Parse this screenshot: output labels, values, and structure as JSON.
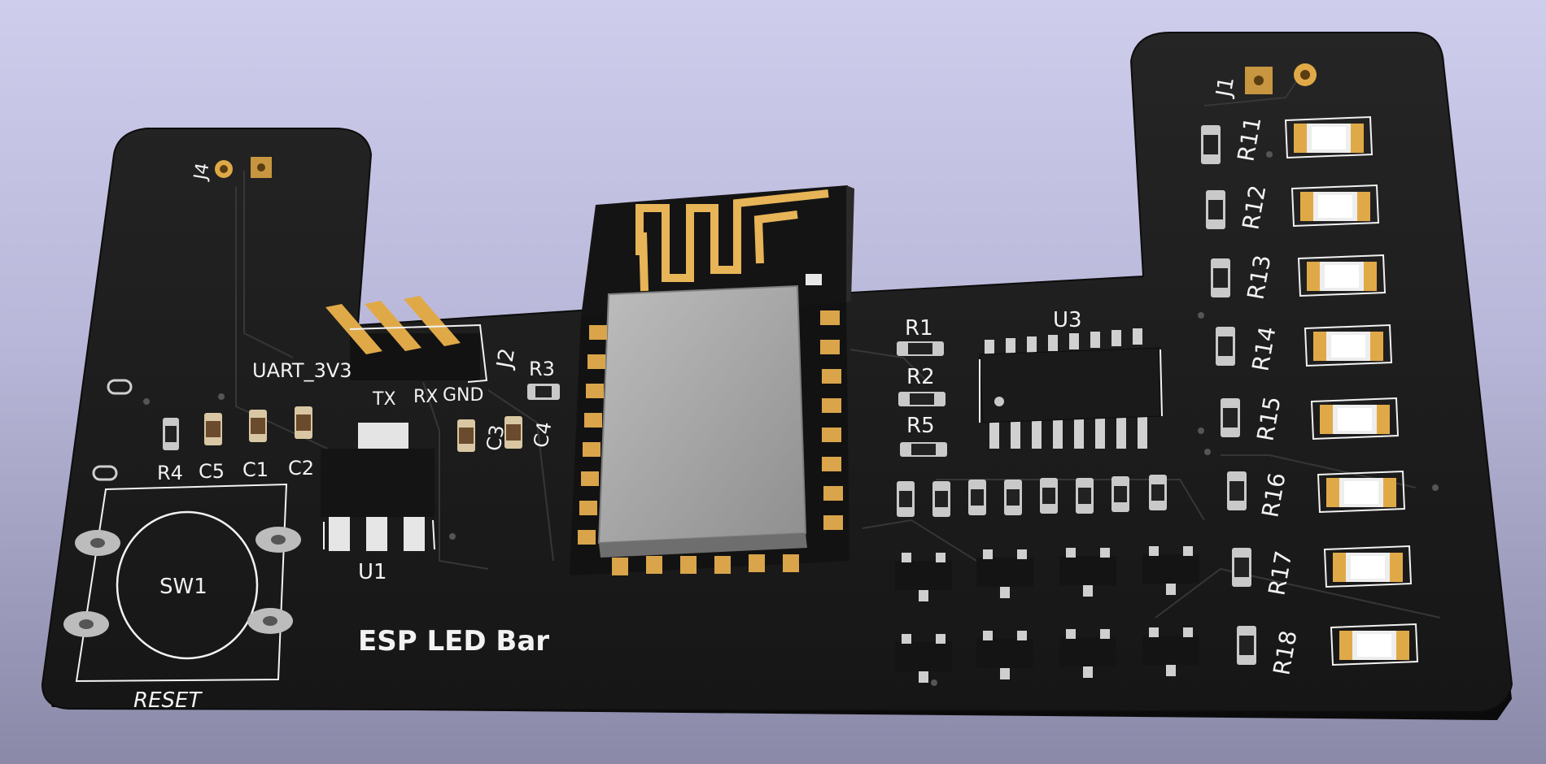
{
  "board": {
    "title": "ESP LED Bar",
    "colors": {
      "background_top": "#cfcdec",
      "background_bottom": "#8a89a8",
      "board": "#1f1f1f",
      "silkscreen": "#f2f2f2",
      "copper_pad": "#d9a44a",
      "module_shield": "#a9a9a9"
    }
  },
  "labels": {
    "j4": "J4",
    "j1": "J1",
    "j2": "J2",
    "uart": "UART_3V3",
    "tx": "TX",
    "rx": "RX",
    "gnd": "GND",
    "r1": "R1",
    "r2": "R2",
    "r3": "R3",
    "r4": "R4",
    "r5": "R5",
    "c1": "C1",
    "c2": "C2",
    "c3": "C3",
    "c4": "C4",
    "c5": "C5",
    "u1": "U1",
    "u3": "U3",
    "sw1": "SW1",
    "reset": "RESET",
    "r11": "R11",
    "r12": "R12",
    "r13": "R13",
    "r14": "R14",
    "r15": "R15",
    "r16": "R16",
    "r17": "R17",
    "r18": "R18"
  }
}
